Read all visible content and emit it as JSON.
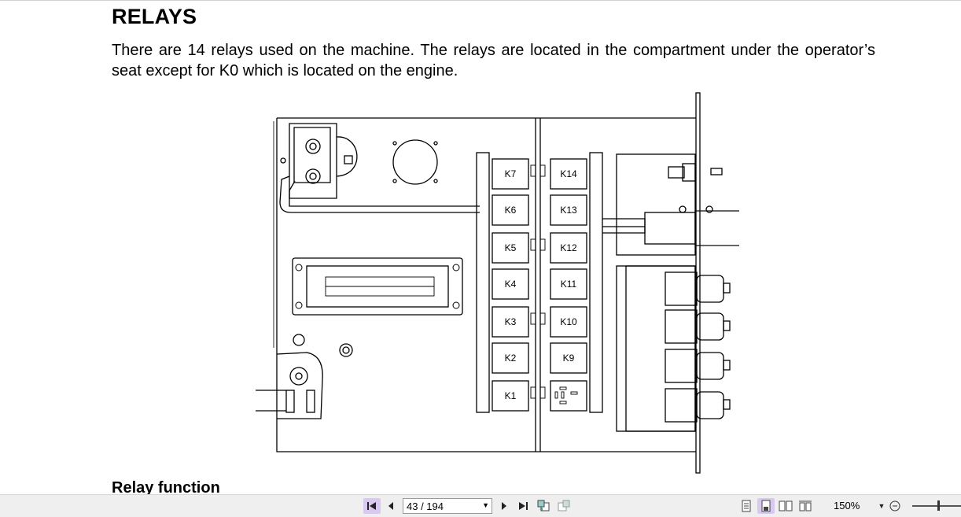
{
  "document": {
    "heading": "RELAYS",
    "paragraph": "There are 14 relays used on the machine. The relays are located in the compartment under the operator’s seat except for K0 which is located on the engine.",
    "subheading": "Relay function"
  },
  "diagram": {
    "relays_left": [
      "K7",
      "K6",
      "K5",
      "K4",
      "K3",
      "K2",
      "K1"
    ],
    "relays_right": [
      "K14",
      "K13",
      "K12",
      "K11",
      "K10",
      "K9"
    ]
  },
  "toolbar": {
    "page_value": "43 / 194",
    "zoom_level": "150%",
    "icons": {
      "first": "first-page-icon",
      "prev": "previous-page-icon",
      "next": "next-page-icon",
      "last": "last-page-icon",
      "back": "go-back-icon",
      "forward": "go-forward-icon",
      "single": "single-page-icon",
      "continuous": "continuous-page-icon",
      "facing": "facing-pages-icon",
      "facing_cont": "continuous-facing-icon",
      "zoom_out": "zoom-out-icon"
    },
    "accent_color": "#d9c9f0"
  }
}
